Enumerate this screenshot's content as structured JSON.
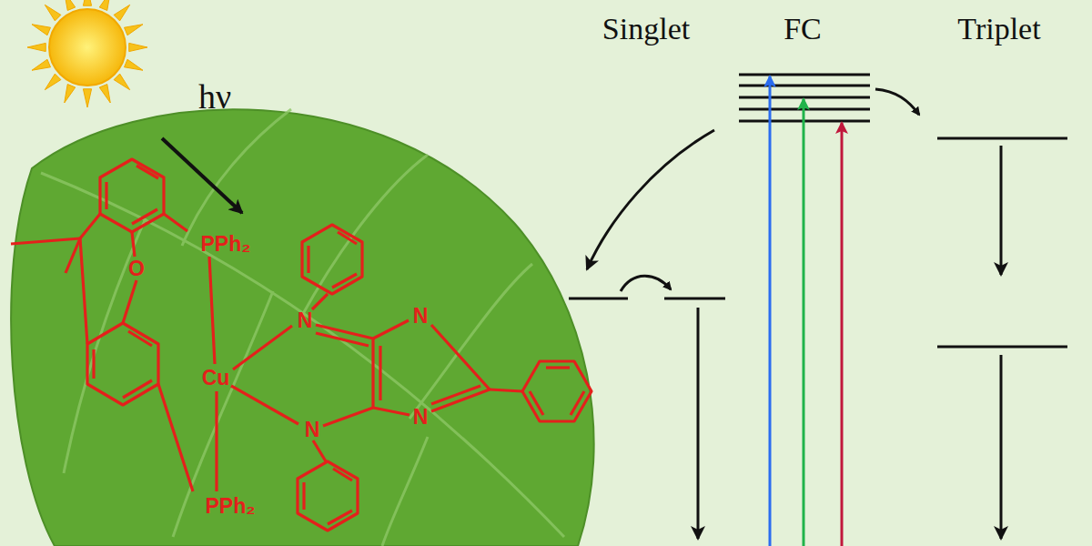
{
  "diagram": {
    "labels": [
      "Singlet",
      "FC",
      "Triplet",
      "hν",
      "PPh₂",
      "O",
      "Cu",
      "N",
      "N",
      "N",
      "PPh₂",
      "N"
    ]
  }
}
